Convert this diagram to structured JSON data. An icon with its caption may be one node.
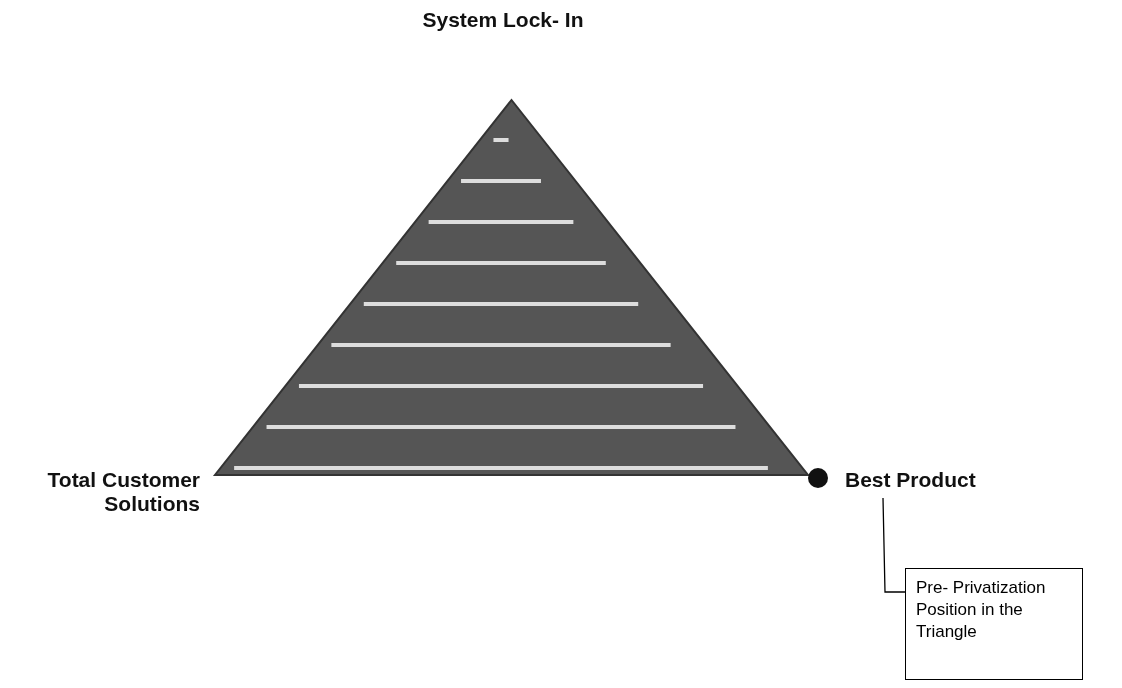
{
  "diagram": {
    "nodes": [
      {
        "text": [],
        "shape": "triangle"
      },
      {
        "text": [],
        "shape": "circle"
      },
      {
        "text": [
          "Best Product"
        ]
      },
      {
        "text": [
          "Pre- Privatization Position in the Triangle"
        ]
      }
    ],
    "edges": [
      {
        "from": 3,
        "to": 2,
        "arrow": "none"
      }
    ],
    "labels": [
      "System Lock- In",
      "Total Customer Solutions"
    ]
  }
}
